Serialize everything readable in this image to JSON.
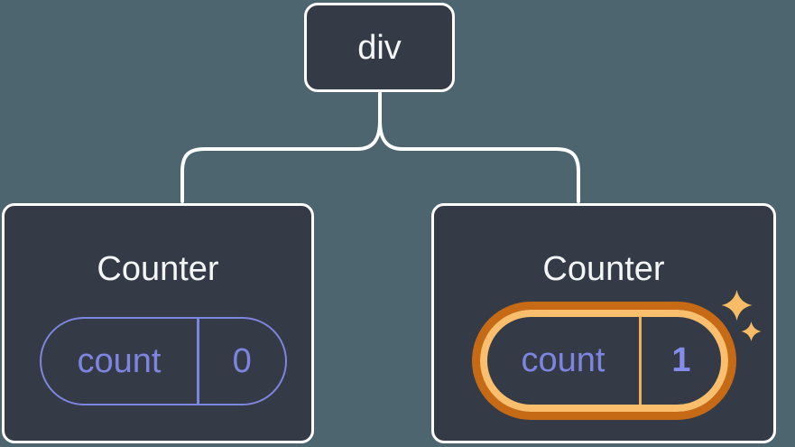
{
  "diagram": {
    "root": {
      "label": "div"
    },
    "children": [
      {
        "title": "Counter",
        "state": {
          "key": "count",
          "value": "0"
        },
        "highlighted": false
      },
      {
        "title": "Counter",
        "state": {
          "key": "count",
          "value": "1"
        },
        "highlighted": true
      }
    ]
  },
  "icons": {
    "sparkles": "✨"
  },
  "colors": {
    "background": "#4D656E",
    "node_fill": "#343B46",
    "node_border": "#FFFFFF",
    "connector": "#FFFFFF",
    "text_white": "#F5F6F7",
    "state_purple": "#7E85E0",
    "value_bold_purple": "#858DEA",
    "highlight_outer_orange": "#C66A16",
    "highlight_inner_orange": "#FBBE6C",
    "highlight_divider_orange": "#F2AE54",
    "sparkle_orange": "#F8BC67"
  }
}
